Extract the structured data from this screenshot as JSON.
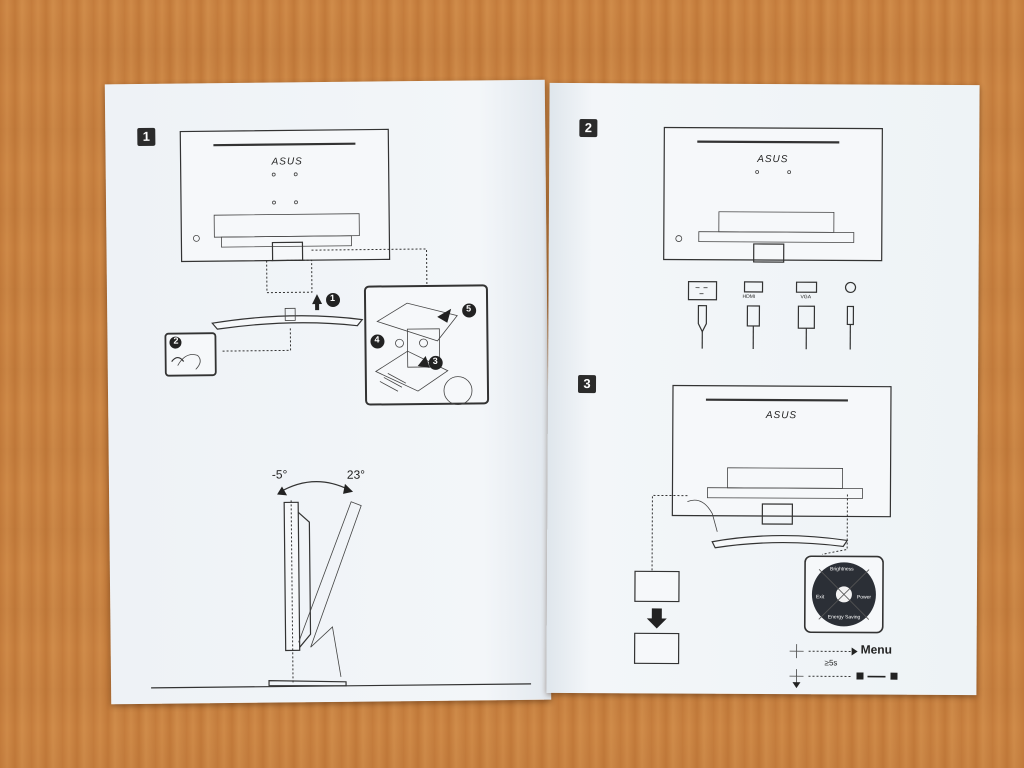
{
  "photo_subject": "Open quick start guide booklet for an ASUS monitor lying on a wooden table",
  "left_page": {
    "step1_number": "1",
    "brand_logo_text": "ASUS",
    "callouts": [
      "1",
      "2",
      "3",
      "4",
      "5"
    ],
    "tilt_minus": "-5°",
    "tilt_plus": "23°"
  },
  "right_page": {
    "step2_number": "2",
    "step3_number": "3",
    "brand_logo_text": "ASUS",
    "port_labels": [
      "HDMI",
      "VGA"
    ],
    "joystick_labels": [
      "Brightness",
      "Exit",
      "Power",
      "Energy Saving"
    ],
    "menu_label": "Menu",
    "hold_label": "≥5s"
  },
  "colors": {
    "wood": "#c9803e",
    "paper": "#eef3f7",
    "ink": "#2b2b2b"
  }
}
